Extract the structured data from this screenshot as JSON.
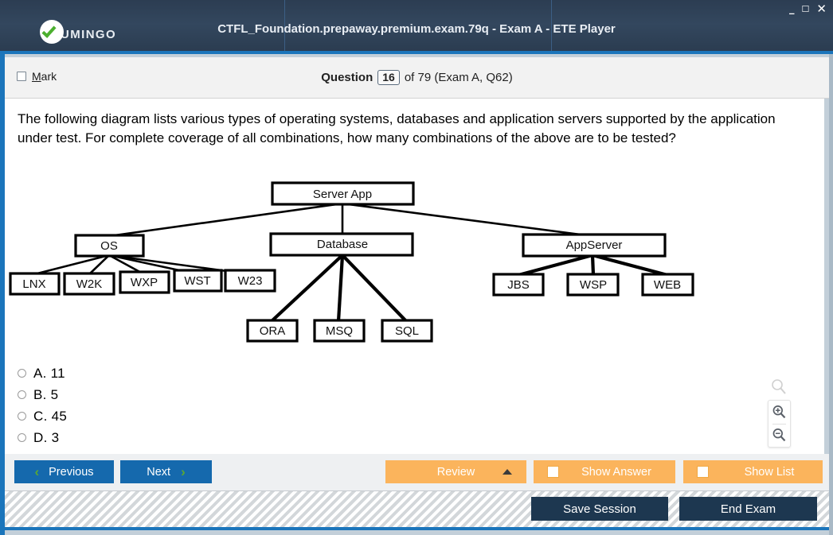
{
  "window": {
    "logo_text": "UMINGO",
    "title": "CTFL_Foundation.prepaway.premium.exam.79q - Exam A - ETE Player",
    "controls": {
      "minimize": "_",
      "maximize": "☐",
      "close": "✕"
    }
  },
  "question_bar": {
    "mark_label_prefix": "",
    "mark_label": "Mark",
    "mark_accel": "M",
    "mark_rest": "ark",
    "question_word": "Question",
    "question_number": "16",
    "of_text": "of 79 (Exam A, Q62)"
  },
  "question": {
    "text": "The following diagram lists various types of operating systems, databases and application servers supported by the application under test. For complete coverage of all combinations, how many combinations of the above are to be tested?"
  },
  "diagram": {
    "root": "Server App",
    "branches": [
      {
        "name": "OS",
        "children": [
          "LNX",
          "W2K",
          "WXP",
          "WST",
          "W23"
        ]
      },
      {
        "name": "Database",
        "children": [
          "ORA",
          "MSQ",
          "SQL"
        ]
      },
      {
        "name": "AppServer",
        "children": [
          "JBS",
          "WSP",
          "WEB"
        ]
      }
    ]
  },
  "options": [
    {
      "key": "A.",
      "value": "11",
      "label": "A. 11",
      "selected": false
    },
    {
      "key": "B.",
      "value": "5",
      "label": "B. 5",
      "selected": false
    },
    {
      "key": "C.",
      "value": "45",
      "label": "C. 45",
      "selected": false
    },
    {
      "key": "D.",
      "value": "3",
      "label": "D. 3",
      "selected": false
    }
  ],
  "zoom_controls": {
    "hint_icon": "magnifier-icon",
    "zoom_in_icon": "zoom-in-icon",
    "zoom_out_icon": "zoom-out-icon"
  },
  "toolbar": {
    "previous": "Previous",
    "next": "Next",
    "review": "Review",
    "show_answer": "Show Answer",
    "show_list": "Show List"
  },
  "footer": {
    "save_session": "Save Session",
    "end_exam": "End Exam"
  },
  "colors": {
    "titlebar": "#2f4158",
    "accent_blue": "#1b75bb",
    "button_blue": "#1569ad",
    "button_orange": "#fbb45c",
    "button_dark": "#1d3750",
    "chevron_green": "#5aa832",
    "logo_green": "#4caf2f"
  }
}
